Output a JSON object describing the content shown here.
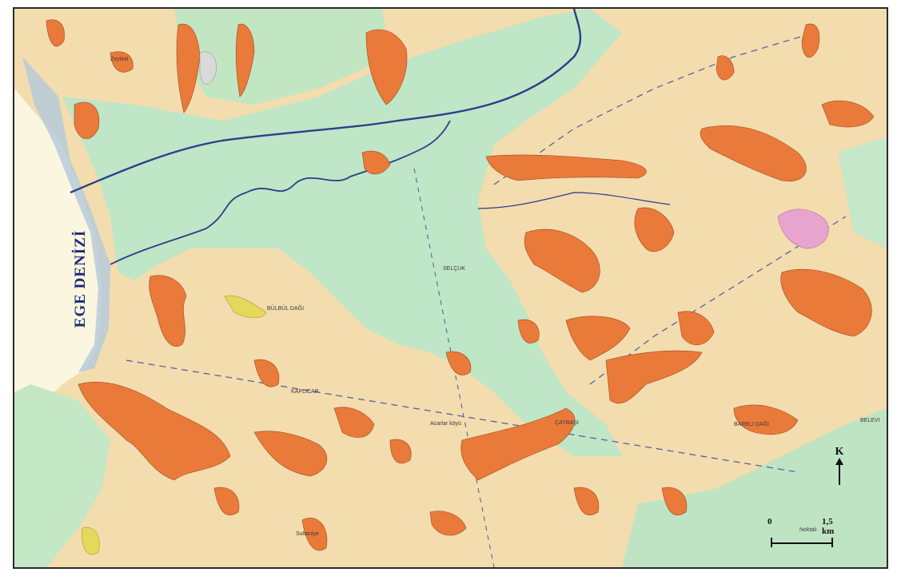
{
  "map": {
    "sea_label": "EGE DENİZİ",
    "north_label": "K",
    "scale": {
      "start": "0",
      "end": "1,5 km"
    },
    "place_labels": [
      "Zeytinli",
      "SELÇUK",
      "BÜLBÜL DAĞI",
      "KAPLICAR",
      "Acarlar köyü",
      "ÇAYBAŞI",
      "BARELI DAĞI",
      "BELEVI",
      "Sultaniye",
      "Noktalı"
    ],
    "colors": {
      "plain": "#bfe6c6",
      "hills": "#f3dcae",
      "outcrop": "#ea7a3a",
      "river": "#2b3f8a",
      "pink_unit": "#e6a4cf",
      "yellow_unit": "#e6d85a",
      "coast": "#a9c3d7",
      "sea": "#fbf6e0"
    }
  }
}
